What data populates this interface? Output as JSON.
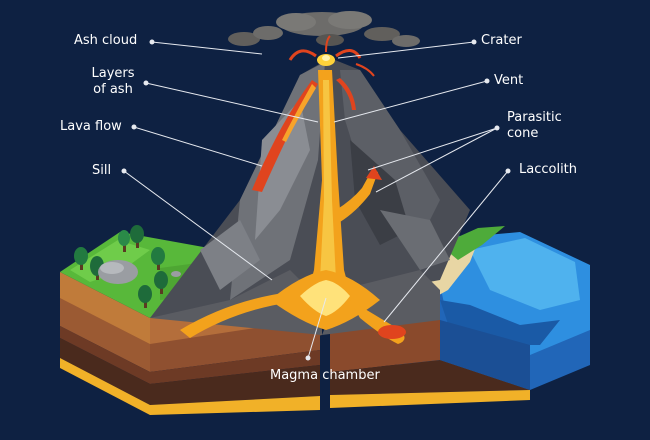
{
  "labels": {
    "ash_cloud": "Ash cloud",
    "layers_of_ash_line1": "Layers",
    "layers_of_ash_line2": "of ash",
    "lava_flow": "Lava flow",
    "sill": "Sill",
    "crater": "Crater",
    "vent": "Vent",
    "parasitic_cone_line1": "Parasitic",
    "parasitic_cone_line2": "cone",
    "laccolith": "Laccolith",
    "magma_chamber": "Magma chamber"
  },
  "colors": {
    "background": "#0e2142",
    "label_text": "#ffffff",
    "leader_line": "#e6e9ef",
    "magma": "#f3a21c",
    "magma_core": "#ffe27a",
    "lava_red": "#e0441e",
    "rock_dark": "#4a4d55",
    "rock_light": "#8a8d93",
    "grass": "#58b83a",
    "water": "#2e8fe0",
    "soil": "#8a4a2c"
  }
}
